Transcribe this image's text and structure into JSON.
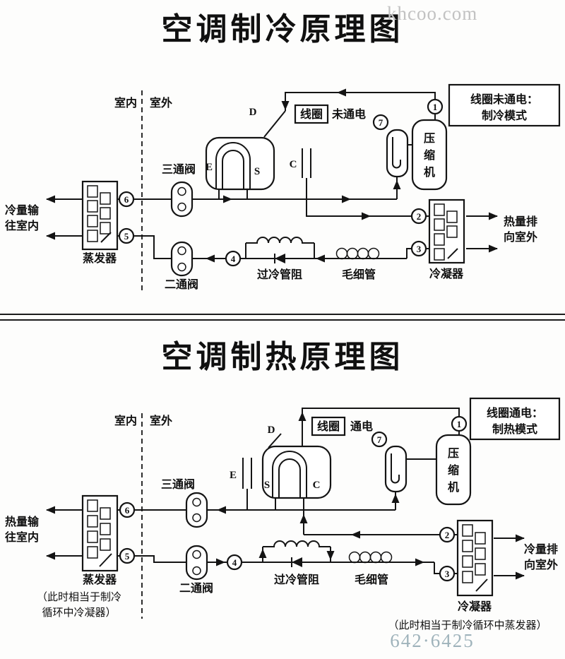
{
  "watermarks": {
    "top": "khcoo.com",
    "bottom": "642·6425"
  },
  "shared": {
    "m1": "1",
    "m2": "2",
    "m3": "3",
    "m4": "4",
    "m5": "5",
    "m6": "6",
    "m7": "7"
  },
  "cooling": {
    "title": "空调制冷原理图",
    "mode_box": {
      "line1": "线圈未通电：",
      "line2": "制冷模式"
    },
    "coil_label": "线圈",
    "coil_state": "未通电",
    "indoor": "室内",
    "outdoor": "室外",
    "ports": {
      "d": "D",
      "e": "E",
      "s": "S",
      "c": "C"
    },
    "evaporator": "蒸发器",
    "condenser": "冷凝器",
    "three_way_valve": "三通阀",
    "two_way_valve": "二通阀",
    "subcool": "过冷管阻",
    "capillary": "毛细管",
    "compressor": {
      "c1": "压",
      "c2": "缩",
      "c3": "机"
    },
    "flow_left": {
      "line1": "冷量输",
      "line2": "往室内"
    },
    "flow_right": {
      "line1": "热量排",
      "line2": "向室外"
    }
  },
  "heating": {
    "title": "空调制热原理图",
    "mode_box": {
      "line1": "线圈通电：",
      "line2": "制热模式"
    },
    "coil_label": "线圈",
    "coil_state": "通电",
    "indoor": "室内",
    "outdoor": "室外",
    "ports": {
      "d": "D",
      "e": "E",
      "s": "S",
      "c": "C"
    },
    "evaporator": "蒸发器",
    "evaporator_note": {
      "line1": "（此时相当于制冷",
      "line2": "循环中冷凝器）"
    },
    "condenser": "冷凝器",
    "condenser_note": "（此时相当于制冷循环中蒸发器）",
    "three_way_valve": "三通阀",
    "two_way_valve": "二通阀",
    "subcool": "过冷管阻",
    "capillary": "毛细管",
    "compressor": {
      "c1": "压",
      "c2": "缩",
      "c3": "机"
    },
    "flow_left": {
      "line1": "热量输",
      "line2": "往室内"
    },
    "flow_right": {
      "line1": "冷量排",
      "line2": "向室外"
    }
  }
}
